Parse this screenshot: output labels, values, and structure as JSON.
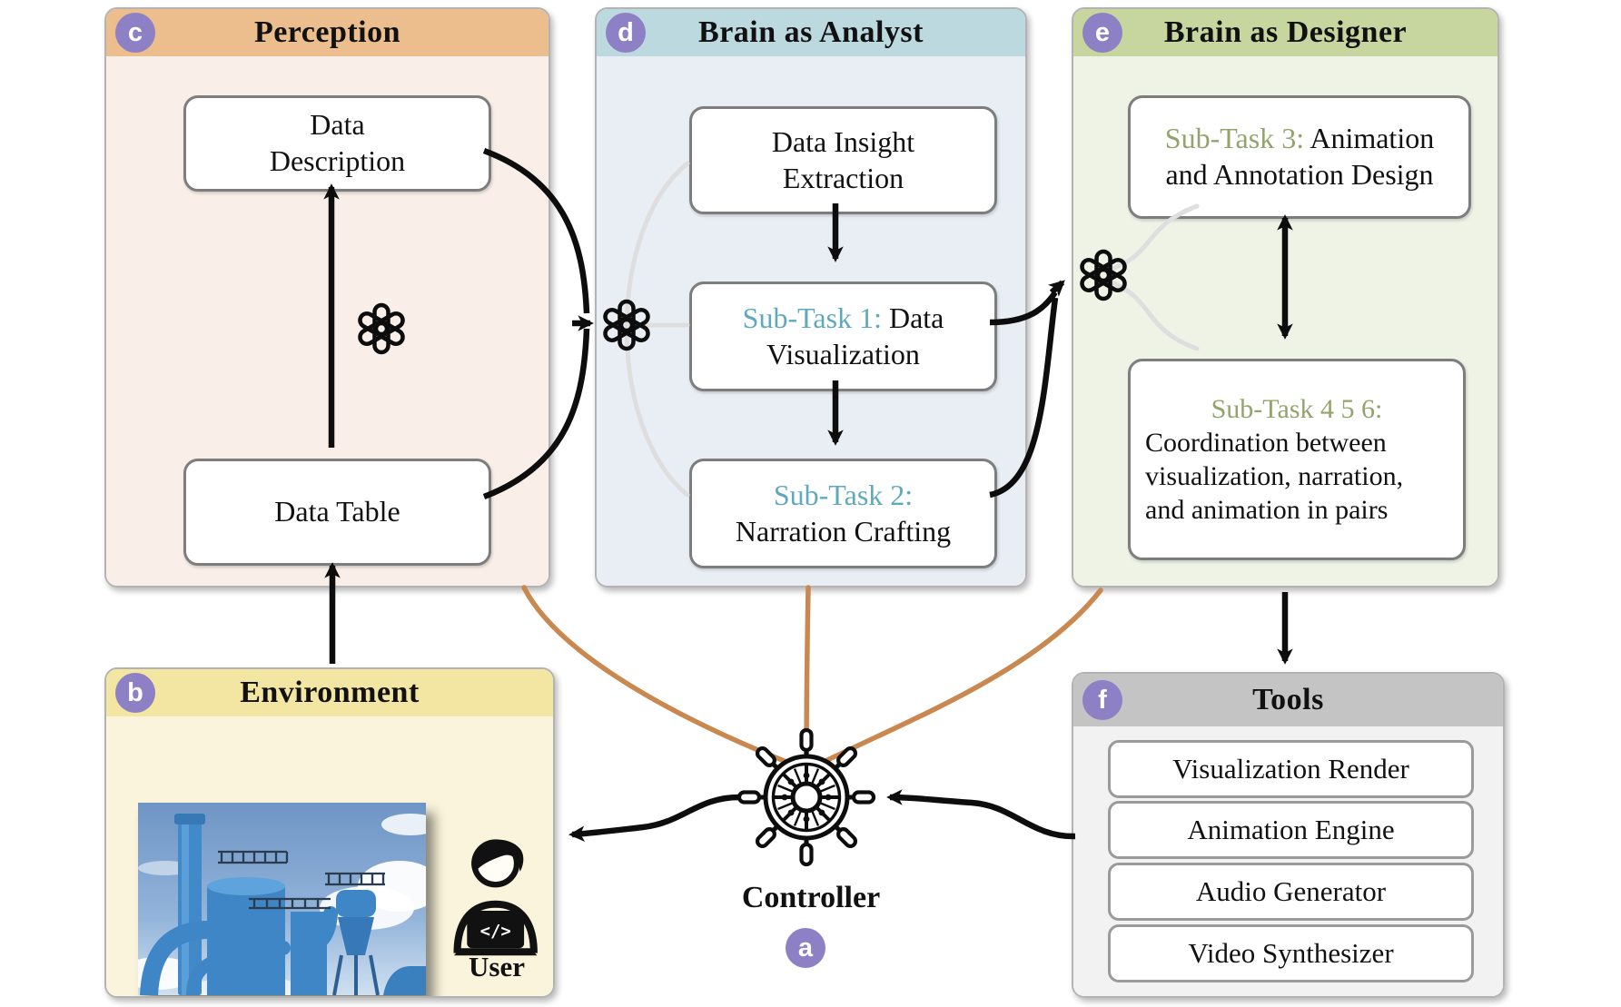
{
  "figure": {
    "controller_label": "Controller",
    "controller_badge": "a"
  },
  "panels": {
    "perception": {
      "badge": "c",
      "title": "Perception",
      "data_description_line1": "Data",
      "data_description_line2": "Description",
      "data_table": "Data Table"
    },
    "analyst": {
      "badge": "d",
      "title": "Brain as Analyst",
      "insight_line1": "Data Insight",
      "insight_line2": "Extraction",
      "subtask1_prefix": "Sub-Task 1:",
      "subtask1_suffix": " Data",
      "subtask1_line2": "Visualization",
      "subtask2_prefix": "Sub-Task 2:",
      "subtask2_line2": "Narration Crafting"
    },
    "designer": {
      "badge": "e",
      "title": "Brain as Designer",
      "subtask3_prefix": "Sub-Task 3:",
      "subtask3_suffix": " Animation",
      "subtask3_line2": "and Annotation Design",
      "subtask456_prefix": "Sub-Task 4 5 6:",
      "subtask456_line2": "Coordination between",
      "subtask456_line3": "visualization, narration,",
      "subtask456_line4": "and animation in pairs"
    },
    "environment": {
      "badge": "b",
      "title": "Environment",
      "user_label": "User",
      "laptop_glyph": "</>"
    },
    "tools": {
      "badge": "f",
      "title": "Tools",
      "items": [
        "Visualization Render",
        "Animation Engine",
        "Audio Generator",
        "Video Synthesizer"
      ]
    }
  },
  "colors": {
    "flow_orange": "#c9884f",
    "subtask_teal": "#5fa9bf",
    "subtask_olive": "#93a36b",
    "badge_purple": "#8d80c5",
    "connector_gray": "#dedede"
  },
  "icons": {
    "controller": "ship-wheel-icon",
    "llm": "openai-logo-icon",
    "user": "person-laptop-icon",
    "environment_photo": "industrial-plant-photo"
  }
}
